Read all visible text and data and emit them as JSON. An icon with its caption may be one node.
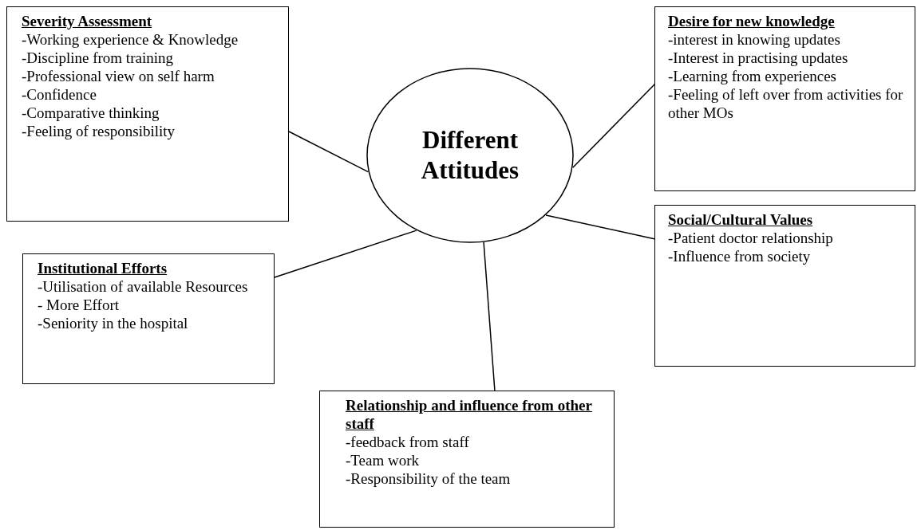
{
  "diagram": {
    "nodes": [
      {
        "text": [
          "Different Attitudes"
        ]
      },
      {
        "text": [
          "Severity Assessment",
          "-Working experience & Knowledge",
          "-Discipline from training",
          "-Professional view on self harm",
          "-Confidence",
          "-Comparative thinking",
          "-Feeling of responsibility"
        ]
      },
      {
        "text": [
          "Desire for new knowledge",
          "-interest in knowing updates",
          "-Interest in practising updates",
          "-Learning from experiences",
          "-Feeling of left over from activities for other MOs"
        ]
      },
      {
        "text": [
          "Social/Cultural Values",
          "-Patient doctor relationship",
          "-Influence from society"
        ]
      },
      {
        "text": [
          "Institutional Efforts",
          "-Utilisation of available Resources",
          "- More Effort",
          "-Seniority in the hospital"
        ]
      },
      {
        "text": [
          "Relationship and influence from other staff",
          "-feedback from staff",
          "-Team work",
          "-Responsibility of the team"
        ]
      }
    ],
    "edges": [
      {
        "from": 1,
        "to": 0,
        "arrow": "none"
      },
      {
        "from": 2,
        "to": 0,
        "arrow": "none"
      },
      {
        "from": 3,
        "to": 0,
        "arrow": "none"
      },
      {
        "from": 4,
        "to": 0,
        "arrow": "none"
      },
      {
        "from": 5,
        "to": 0,
        "arrow": "none"
      }
    ]
  }
}
